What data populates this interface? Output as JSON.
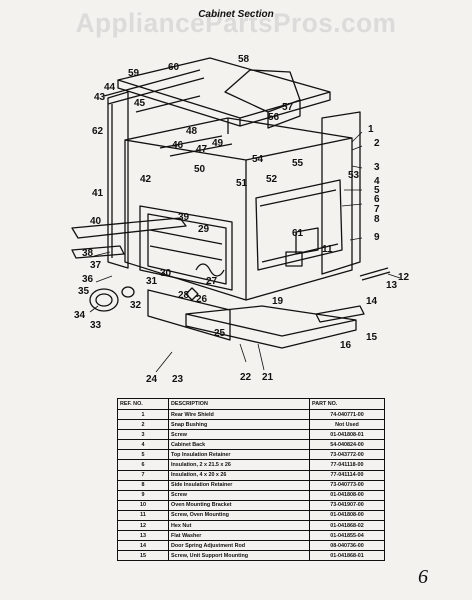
{
  "watermark": "AppliancePartsPros.com",
  "section_title": "Cabinet Section",
  "callouts": [
    "1",
    "2",
    "3",
    "4",
    "5",
    "6",
    "7",
    "8",
    "9",
    "11",
    "12",
    "13",
    "14",
    "15",
    "16",
    "19",
    "21",
    "22",
    "23",
    "24",
    "25",
    "26",
    "27",
    "28",
    "29",
    "30",
    "31",
    "32",
    "33",
    "34",
    "35",
    "36",
    "37",
    "38",
    "39",
    "40",
    "41",
    "42",
    "43",
    "44",
    "45",
    "46",
    "47",
    "48",
    "49",
    "50",
    "51",
    "52",
    "53",
    "54",
    "55",
    "56",
    "57",
    "58",
    "59",
    "60",
    "61",
    "62"
  ],
  "table": {
    "headers": [
      "REF. NO.",
      "DESCRIPTION",
      "PART NO."
    ],
    "rows": [
      [
        "1",
        "Rear Wire Shield",
        "74-040771-00"
      ],
      [
        "2",
        "Snap Bushing",
        "Not Used"
      ],
      [
        "3",
        "Screw",
        "01-041808-01"
      ],
      [
        "4",
        "Cabinet Back",
        "54-040824-00"
      ],
      [
        "5",
        "Top Insulation Retainer",
        "73-043772-00"
      ],
      [
        "6",
        "Insulation, 2 x 21.5 x 26",
        "77-041118-00"
      ],
      [
        "7",
        "Insulation, 4 x 20 x 26",
        "77-041114-00"
      ],
      [
        "8",
        "Side Insulation Retainer",
        "73-040773-00"
      ],
      [
        "9",
        "Screw",
        "01-041808-00"
      ],
      [
        "10",
        "Oven Mounting Bracket",
        "73-041907-00"
      ],
      [
        "11",
        "Screw, Oven Mounting",
        "01-041808-00"
      ],
      [
        "12",
        "Hex Nut",
        "01-041868-02"
      ],
      [
        "13",
        "Flat Washer",
        "01-041855-04"
      ],
      [
        "14",
        "Door Spring Adjustment Rod",
        "08-040736-00"
      ],
      [
        "15",
        "Screw, Unit Support Mounting",
        "01-041868-01"
      ]
    ]
  },
  "page_mark": "6"
}
